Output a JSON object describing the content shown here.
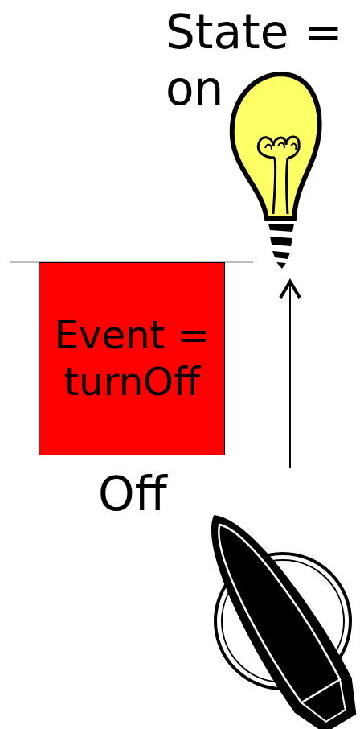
{
  "diagram": {
    "nodes": [
      {
        "text": [
          "Event = turnOff"
        ]
      }
    ],
    "labels": [
      "State = on",
      "Off"
    ]
  }
}
